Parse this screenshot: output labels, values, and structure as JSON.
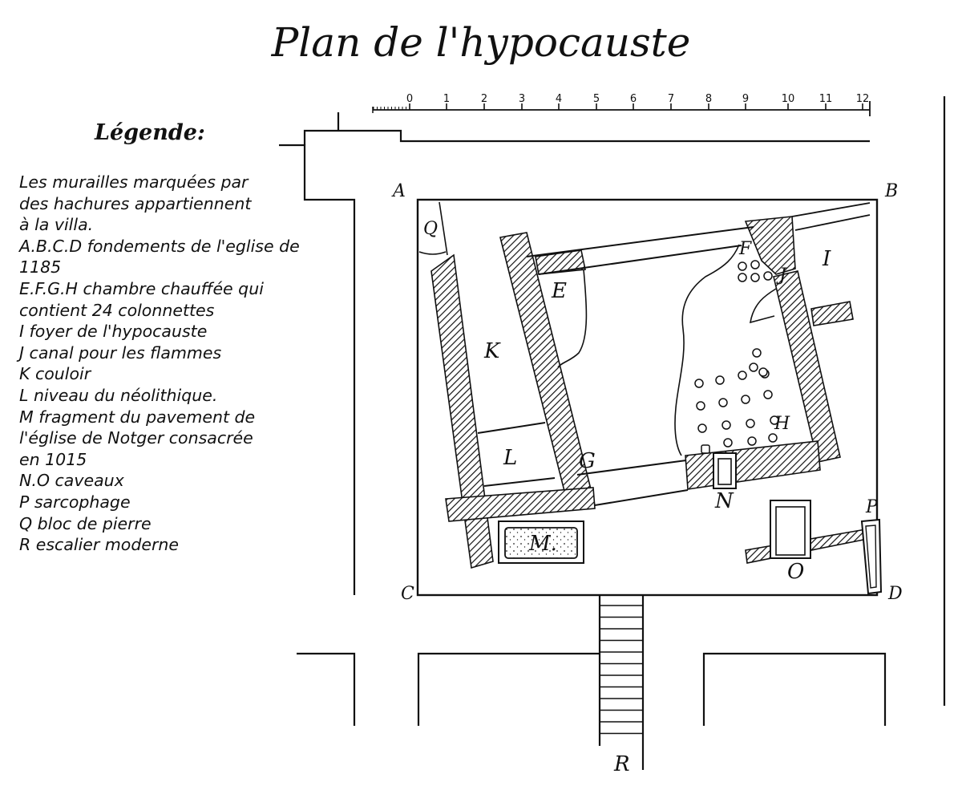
{
  "title": "Plan de l'hypocauste",
  "legend": {
    "title": "Légende:",
    "lines": [
      "Les murailles marquées par",
      "des hachures appartiennent",
      "à la villa.",
      "A.B.C.D fondements de l'eglise de",
      "1185",
      "E.F.G.H chambre chauffée qui",
      "contient 24 colonnettes",
      "I foyer de l'hypocauste",
      "J canal pour les flammes",
      "K couloir",
      "L niveau du néolithique.",
      "M fragment du pavement de",
      "l'église de Notger consacrée",
      "en 1015",
      "N.O caveaux",
      "P sarcophage",
      "Q bloc de pierre",
      "R escalier moderne"
    ]
  },
  "scale": {
    "ticks": [
      "0",
      "1",
      "2",
      "3",
      "4",
      "5",
      "6",
      "7",
      "8",
      "9",
      "10",
      "11",
      "12"
    ]
  },
  "labels": {
    "A": "A",
    "B": "B",
    "C": "C",
    "D": "D",
    "E": "E",
    "F": "F",
    "G": "G",
    "H": "H",
    "I": "I",
    "J": "J",
    "K": "K",
    "L": "L",
    "M": "M.",
    "N": "N",
    "O": "O",
    "P": "P",
    "Q": "Q",
    "R": "R"
  },
  "colonnettes_count": 24,
  "colors": {
    "ink": "#111111",
    "paper": "#ffffff"
  }
}
